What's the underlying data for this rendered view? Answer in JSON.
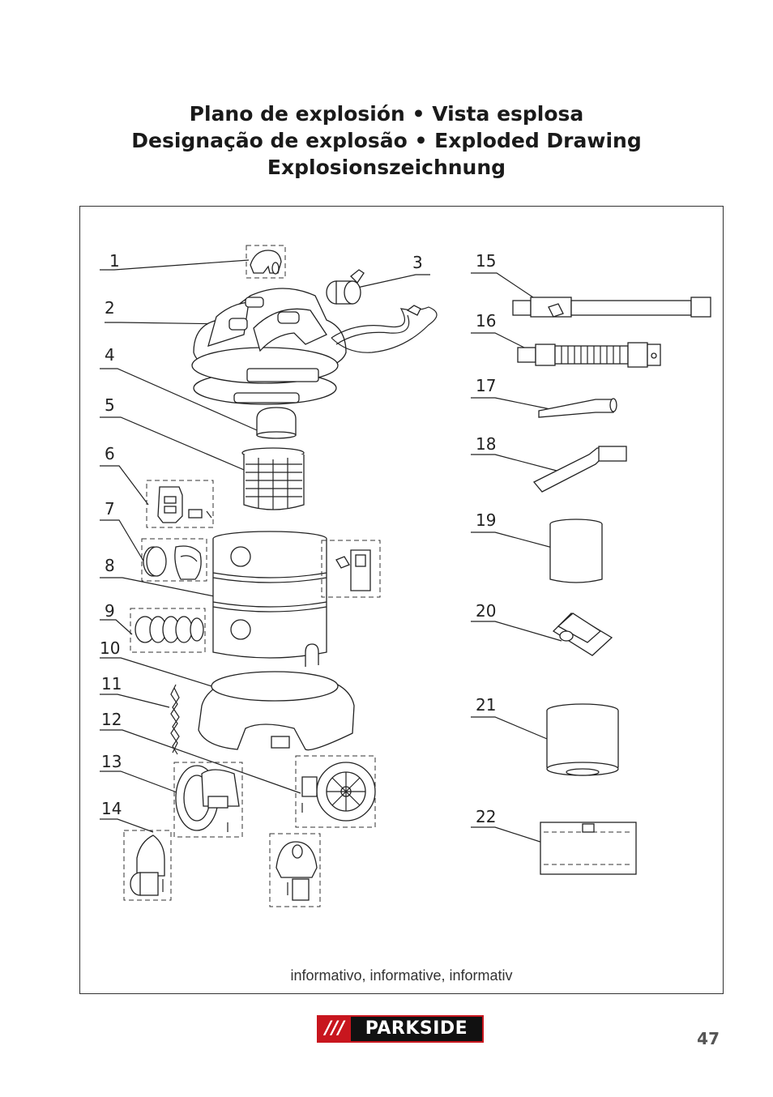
{
  "title": {
    "line1": "Plano de explosión • Vista esplosa",
    "line2": "Designação de explosão • Exploded Drawing",
    "line3": "Explosionszeichnung"
  },
  "part_numbers": [
    "1",
    "2",
    "3",
    "4",
    "5",
    "6",
    "7",
    "8",
    "9",
    "10",
    "11",
    "12",
    "13",
    "14",
    "15",
    "16",
    "17",
    "18",
    "19",
    "20",
    "21",
    "22"
  ],
  "caption": "informativo, informative, informativ",
  "logo": {
    "text": "PARKSIDE",
    "slashes": "///",
    "brand_color": "#c8161e"
  },
  "page_number": "47"
}
